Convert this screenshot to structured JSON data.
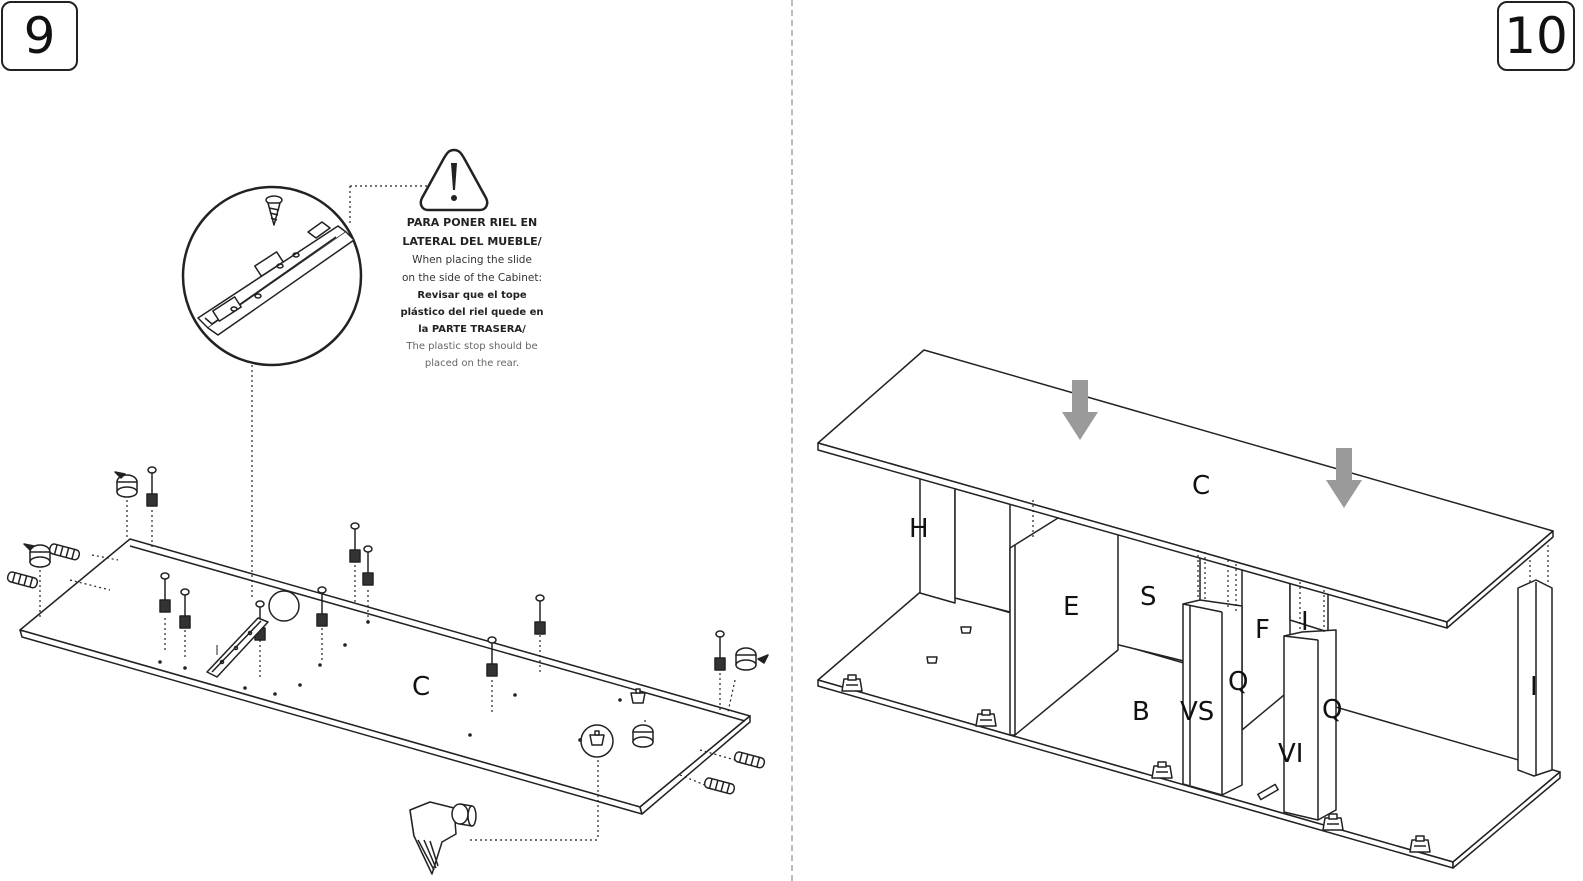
{
  "steps": {
    "left": {
      "number": "9"
    },
    "right": {
      "number": "10"
    }
  },
  "warning_note": {
    "heading_es": [
      "PARA PONER RIEL EN",
      "LATERAL DEL MUEBLE/"
    ],
    "heading_en": [
      "When placing the slide",
      "on the side of the Cabinet:"
    ],
    "check_es": [
      "Revisar que el tope",
      "plástico del riel quede en",
      "la PARTE TRASERA/"
    ],
    "check_en": [
      "The plastic stop should be",
      "placed on the rear."
    ]
  },
  "step9": {
    "panel_label": "C"
  },
  "step10": {
    "labels": {
      "top": "C",
      "h": "H",
      "e": "E",
      "s": "S",
      "f": "F",
      "i_mid": "I",
      "q1": "Q",
      "b": "B",
      "vs": "VS",
      "q2": "Q",
      "vi": "VI",
      "i_right": "I"
    }
  },
  "colors": {
    "line": "#222222",
    "arrow": "#9a9a9a",
    "divider": "#bbbbbb"
  },
  "icons": [
    "warning-triangle-icon",
    "down-arrow-icon",
    "cam-lock-icon",
    "dowel-icon",
    "screw-icon",
    "drawer-slide-icon",
    "furniture-foot-icon"
  ]
}
